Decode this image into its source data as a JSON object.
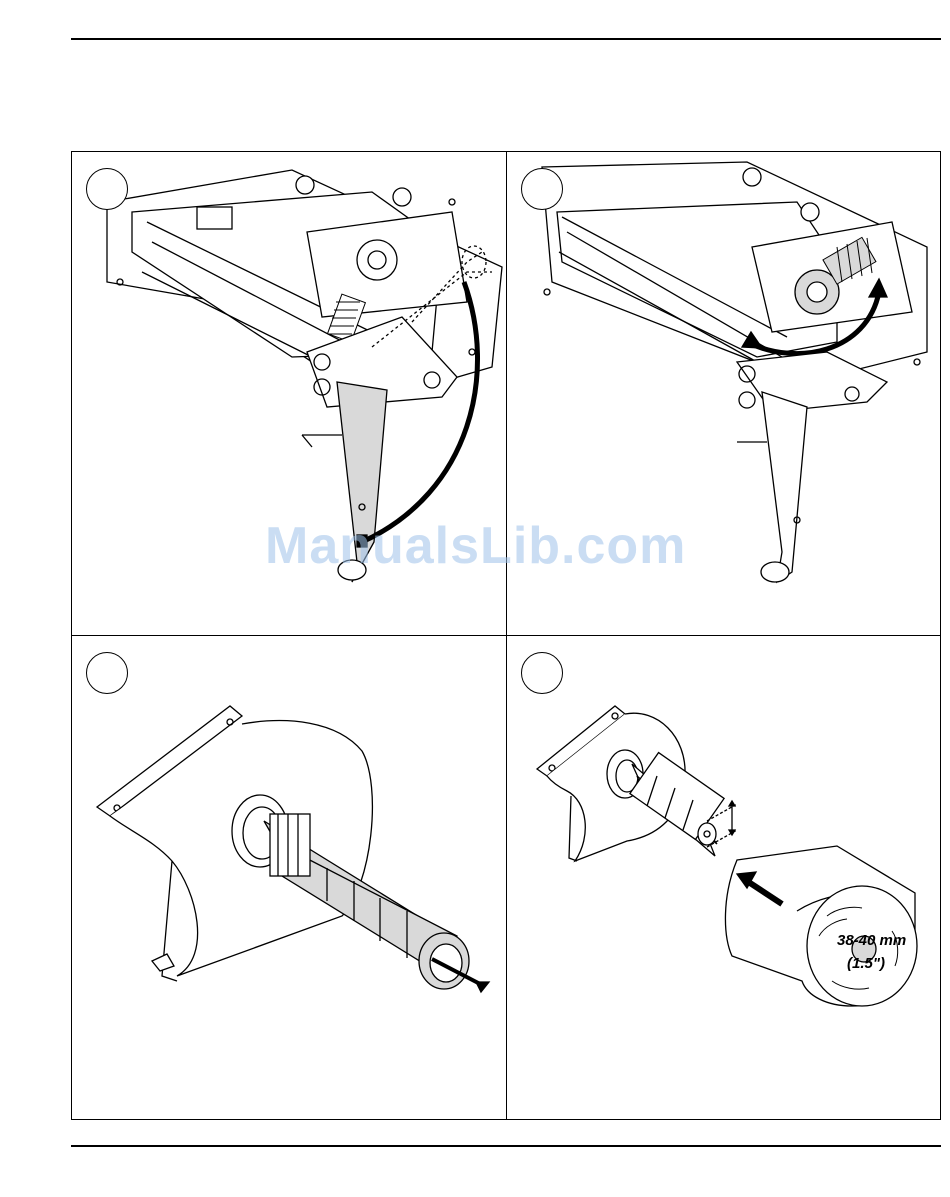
{
  "document": {
    "steps": [
      {
        "id": "step-1"
      },
      {
        "id": "step-2"
      },
      {
        "id": "step-3"
      },
      {
        "id": "step-4"
      }
    ],
    "dimension": {
      "metric": "38-40 mm",
      "imperial": "(1.5\")"
    },
    "watermark": "ManualsLib.com",
    "colors": {
      "line": "#000000",
      "shade": "#d9d9d9",
      "watermark": "#9fc3ea"
    }
  }
}
